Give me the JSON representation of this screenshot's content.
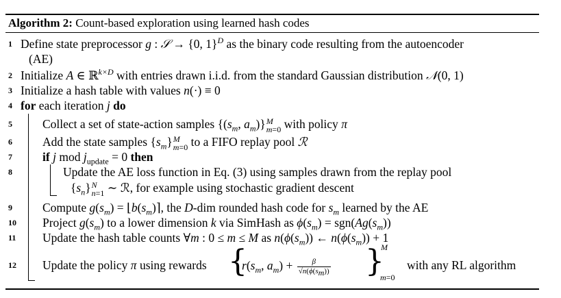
{
  "algorithm": {
    "title_bold": "Algorithm 2:",
    "title_text": " Count-based exploration using learned hash codes"
  },
  "lines": [
    {
      "num": "1",
      "pre": "Define state preprocessor ",
      "math": "g : 𝒮 → {0, 1}",
      "sup": "D",
      "post": " as the binary code resulting from the autoencoder",
      "cont": "(AE)"
    },
    {
      "num": "2",
      "pre": "Initialize ",
      "math": "A ∈ ℝ",
      "sup": "k×D",
      "post": " with entries drawn i.i.d. from the standard Gaussian distribution ",
      "math2": "𝒩(0, 1)"
    },
    {
      "num": "3",
      "pre": "Initialize a hash table with values ",
      "math": "n(·) ≡ 0"
    },
    {
      "num": "4",
      "kw": "for",
      "pre": " each iteration ",
      "math": "j",
      "kw2": " do"
    },
    {
      "num": "5",
      "pre": "Collect a set of state-action samples ",
      "math": "{(s",
      "post": " with policy ",
      "math2": "π"
    },
    {
      "num": "6",
      "pre": "Add the state samples ",
      "post": " to a FIFO replay pool ",
      "math2": "ℛ"
    },
    {
      "num": "7",
      "kw": "if",
      "pre": " j mod j",
      "sub": "update",
      "post": " = 0 ",
      "kw2": "then"
    },
    {
      "num": "8",
      "pre": "Update the AE loss function in Eq. (3) using samples drawn from the replay pool",
      "cont": "∼ ℛ, for example using stochastic gradient descent"
    },
    {
      "num": "9",
      "pre": "Compute ",
      "post": ", the ",
      "mid": "D",
      "post2": "-dim rounded hash code for ",
      "post3": " learned by the AE"
    },
    {
      "num": "10",
      "pre": "Project ",
      "post": " to a lower dimension ",
      "mid": "k",
      "post2": " via SimHash as "
    },
    {
      "num": "11",
      "pre": "Update the hash table counts ",
      "post": " as "
    },
    {
      "num": "12",
      "pre": "Update the policy ",
      "mid": "π",
      "post": " using rewards ",
      "post2": " with any RL algorithm"
    }
  ]
}
